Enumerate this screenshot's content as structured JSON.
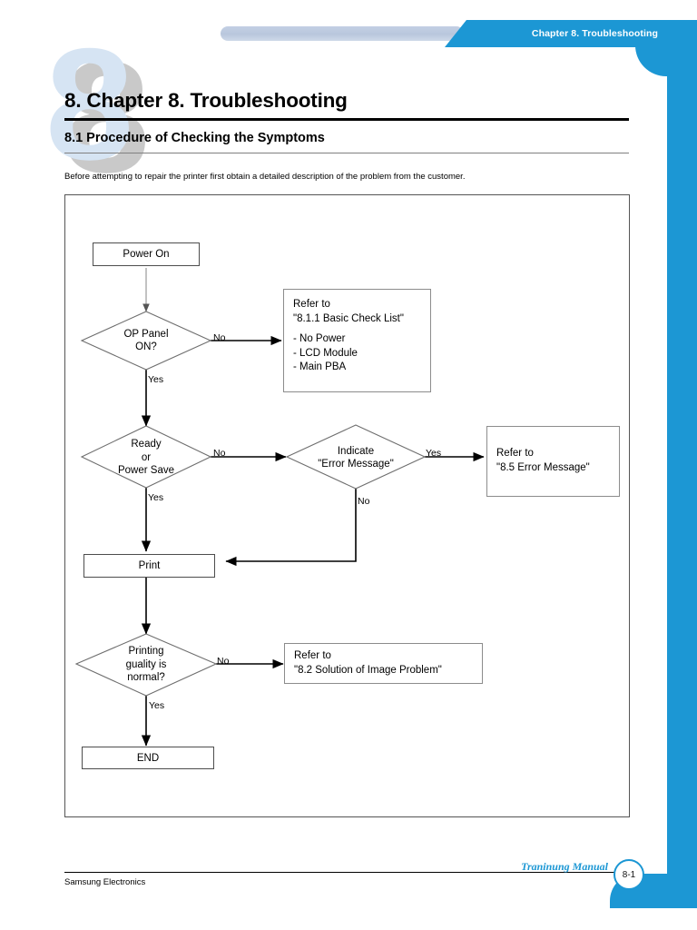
{
  "header": {
    "chapter_tab": "Chapter 8. Troubleshooting",
    "watermark_digit": "8"
  },
  "titles": {
    "chapter": "8. Chapter 8. Troubleshooting",
    "section": "8.1 Procedure of Checking the Symptoms",
    "intro": "Before attempting to repair the printer first obtain a detailed description of the problem from the customer."
  },
  "flowchart": {
    "type": "flowchart",
    "nodes": {
      "power_on": "Power On",
      "op_panel": "OP Panel\nON?",
      "op_panel_line1": "OP Panel",
      "op_panel_line2": "ON?",
      "ready": "Ready\nor\nPower Save",
      "ready_line1": "Ready",
      "ready_line2": "or",
      "ready_line3": "Power Save",
      "indicate": "Indicate\n\"Error Message\"",
      "indicate_line1": "Indicate",
      "indicate_line2": "\"Error Message\"",
      "print": "Print",
      "quality": "Printing\nguality is\nnormal?",
      "quality_line1": "Printing",
      "quality_line2": "guality is",
      "quality_line3": "normal?",
      "end": "END"
    },
    "refs": {
      "basic_check_title1": "Refer to",
      "basic_check_title2": "\"8.1.1 Basic Check List\"",
      "basic_check_item1": "- No Power",
      "basic_check_item2": "- LCD Module",
      "basic_check_item3": "- Main PBA",
      "error_message_line1": "Refer to",
      "error_message_line2": "\"8.5 Error Message\"",
      "image_problem_line1": "Refer to",
      "image_problem_line2": "\"8.2 Solution of Image Problem\""
    },
    "edge_labels": {
      "op_panel_no": "No",
      "op_panel_yes": "Yes",
      "ready_no": "No",
      "ready_yes": "Yes",
      "indicate_yes": "Yes",
      "indicate_no": "No",
      "quality_no": "No",
      "quality_yes": "Yes"
    }
  },
  "footer": {
    "company": "Samsung Electronics",
    "manual": "Traninung Manual",
    "page": "8-1"
  },
  "colors": {
    "accent_blue": "#1c97d4",
    "header_bar_light": "#b9c7dd",
    "watermark_blue": "#d6e4f3",
    "watermark_gray": "#c9c9c9"
  }
}
